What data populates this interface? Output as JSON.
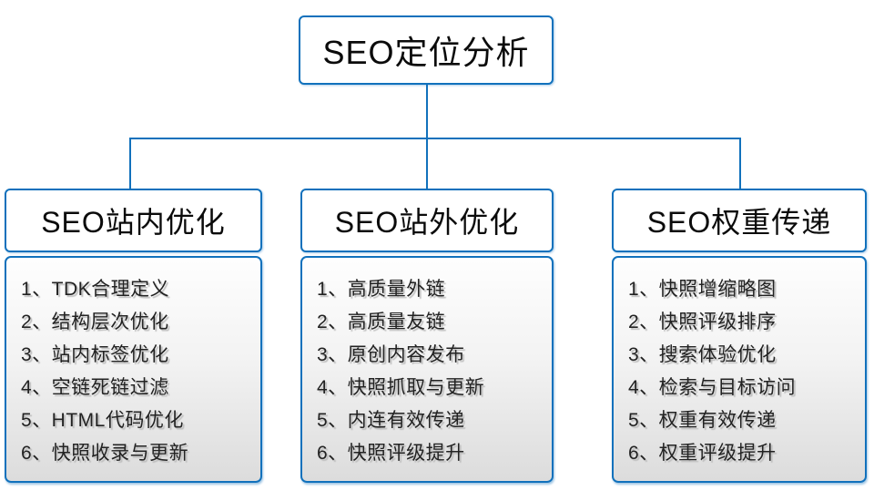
{
  "root": {
    "title": "SEO定位分析"
  },
  "branches": [
    {
      "title": "SEO站内优化",
      "items": [
        "1、TDK合理定义",
        "2、结构层次优化",
        "3、站内标签优化",
        "4、空链死链过滤",
        "5、HTML代码优化",
        "6、快照收录与更新"
      ]
    },
    {
      "title": "SEO站外优化",
      "items": [
        "1、高质量外链",
        "2、高质量友链",
        "3、原创内容发布",
        "4、快照抓取与更新",
        "5、内连有效传递",
        "6、快照评级提升"
      ]
    },
    {
      "title": "SEO权重传递",
      "items": [
        "1、快照增缩略图",
        "2、快照评级排序",
        "3、搜索体验优化",
        "4、检索与目标访问",
        "5、权重有效传递",
        "6、权重评级提升"
      ]
    }
  ],
  "colors": {
    "accent_blue": "#1171bc",
    "body_gradient_top": "#fefefe",
    "body_gradient_bottom": "#dcdcdc",
    "text": "#222222"
  }
}
